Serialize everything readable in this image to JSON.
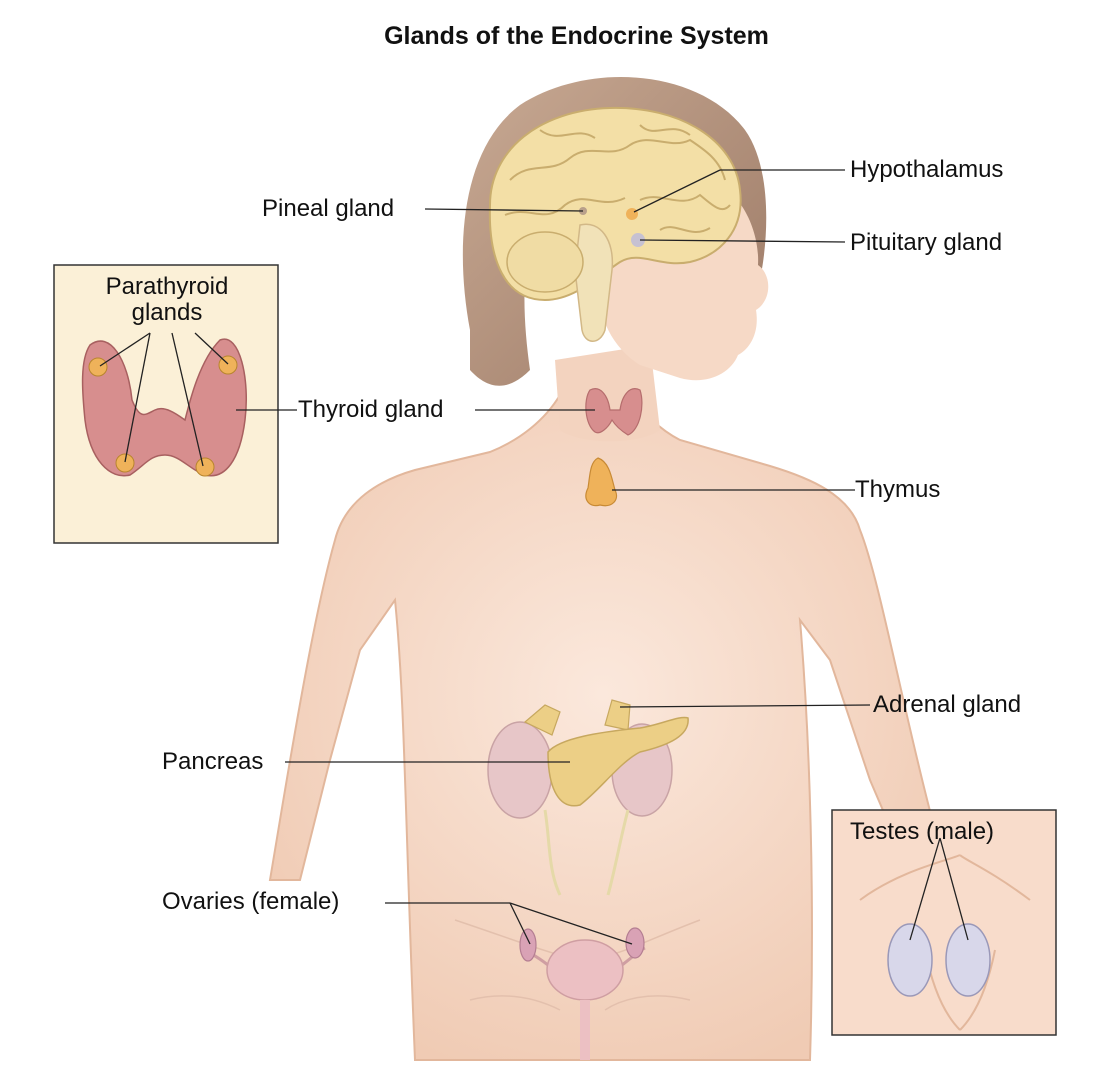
{
  "title": "Glands of the Endocrine System",
  "labels": {
    "pineal": "Pineal gland",
    "hypothalamus": "Hypothalamus",
    "pituitary": "Pituitary gland",
    "parathyroid_line1": "Parathyroid",
    "parathyroid_line2": "glands",
    "thyroid": "Thyroid gland",
    "thymus": "Thymus",
    "adrenal": "Adrenal gland",
    "pancreas": "Pancreas",
    "ovaries": "Ovaries (female)",
    "testes": "Testes (male)"
  },
  "colors": {
    "skin": "#f6d9c6",
    "skin_shadow": "#e9bda3",
    "hair": "#b08f7a",
    "brain": "#f3dfa6",
    "brain_fold": "#c9ad6e",
    "gland_yellow": "#eccf86",
    "thyroid_pink": "#d78e8e",
    "thymus_orange": "#efb25a",
    "kidney": "#e7c6c8",
    "inset_bg": "#fbf0d7"
  }
}
